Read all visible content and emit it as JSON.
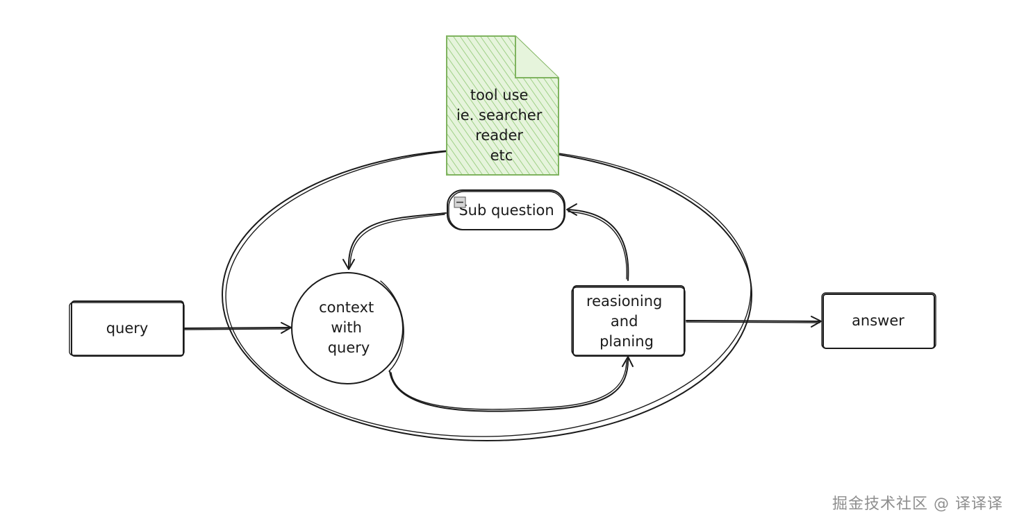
{
  "colors": {
    "stroke": "#1a1a1a",
    "note_fill": "#c9e7b8",
    "note_stroke": "#7fb35f",
    "watermark": "#8e8e8e"
  },
  "nodes": {
    "query": {
      "label": "query"
    },
    "context": {
      "lines": [
        "context",
        "with",
        "query"
      ]
    },
    "sub_question": {
      "label": "Sub question"
    },
    "reasoning": {
      "lines": [
        "reasioning",
        "and",
        "planing"
      ]
    },
    "answer": {
      "label": "answer"
    },
    "tool_note": {
      "lines": [
        "tool use",
        "ie. searcher",
        "reader",
        "etc"
      ]
    }
  },
  "icons": {
    "collapse": "minus-box-icon"
  },
  "watermark": "掘金技术社区 @ 译译译"
}
